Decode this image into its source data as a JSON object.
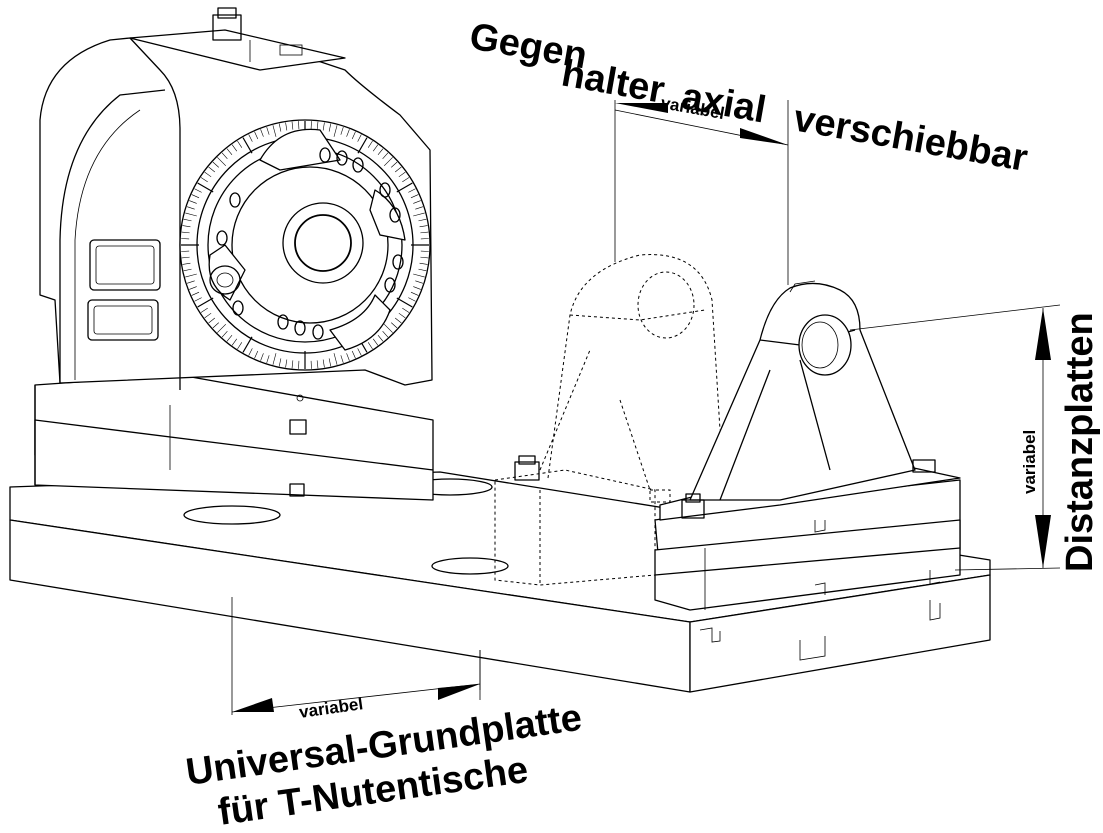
{
  "labels": {
    "counter_holder": "Gegenhalter axial verschiebbar",
    "counter_holder_words": [
      "Gegen",
      "halter",
      "axial",
      "verschiebbar"
    ],
    "variabel_top": "variabel",
    "spacer_plates": "Distanzplatten",
    "variabel_right": "variabel",
    "base_plate_line1": "Universal-Grundplatte",
    "base_plate_line2": "für T-Nutentische",
    "variabel_bottom": "variabel"
  },
  "dial": {
    "tick_count": 120,
    "label_every": 10
  }
}
